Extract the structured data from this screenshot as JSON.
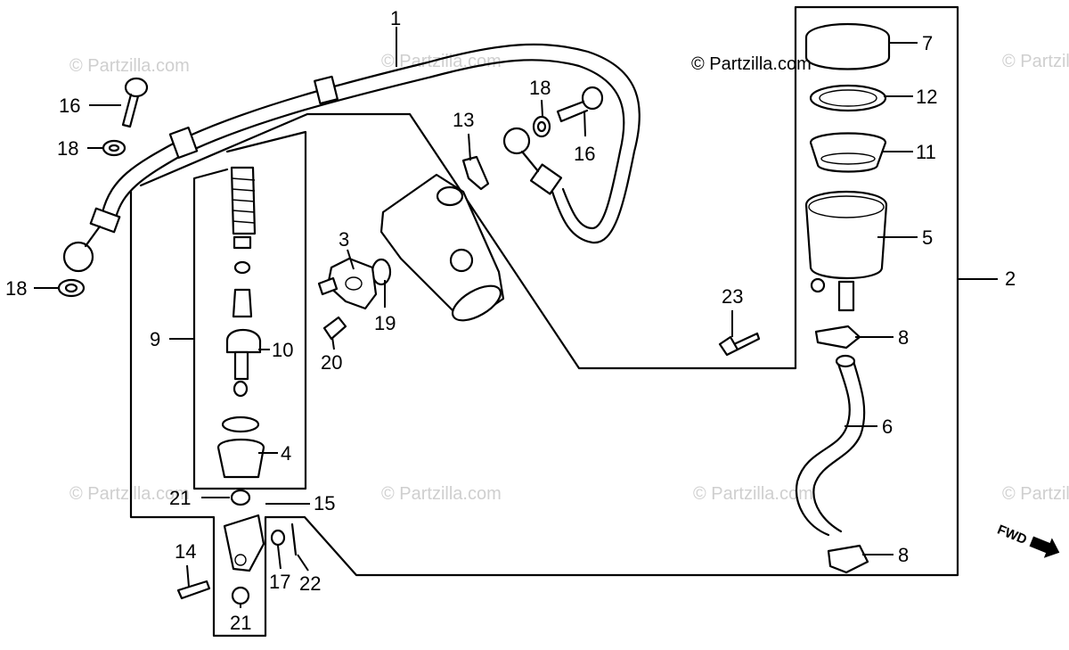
{
  "copyright": "© Partzilla.com",
  "watermark": "© Partzilla.com",
  "direction_label": "FWD",
  "callouts": {
    "p1": "1",
    "p2": "2",
    "p3": "3",
    "p4": "4",
    "p5": "5",
    "p6": "6",
    "p7": "7",
    "p8a": "8",
    "p8b": "8",
    "p9": "9",
    "p10": "10",
    "p11": "11",
    "p12": "12",
    "p13": "13",
    "p14": "14",
    "p15": "15",
    "p16a": "16",
    "p16b": "16",
    "p17": "17",
    "p18a": "18",
    "p18b": "18",
    "p18c": "18",
    "p19": "19",
    "p20": "20",
    "p21a": "21",
    "p21b": "21",
    "p22": "22",
    "p23": "23"
  }
}
